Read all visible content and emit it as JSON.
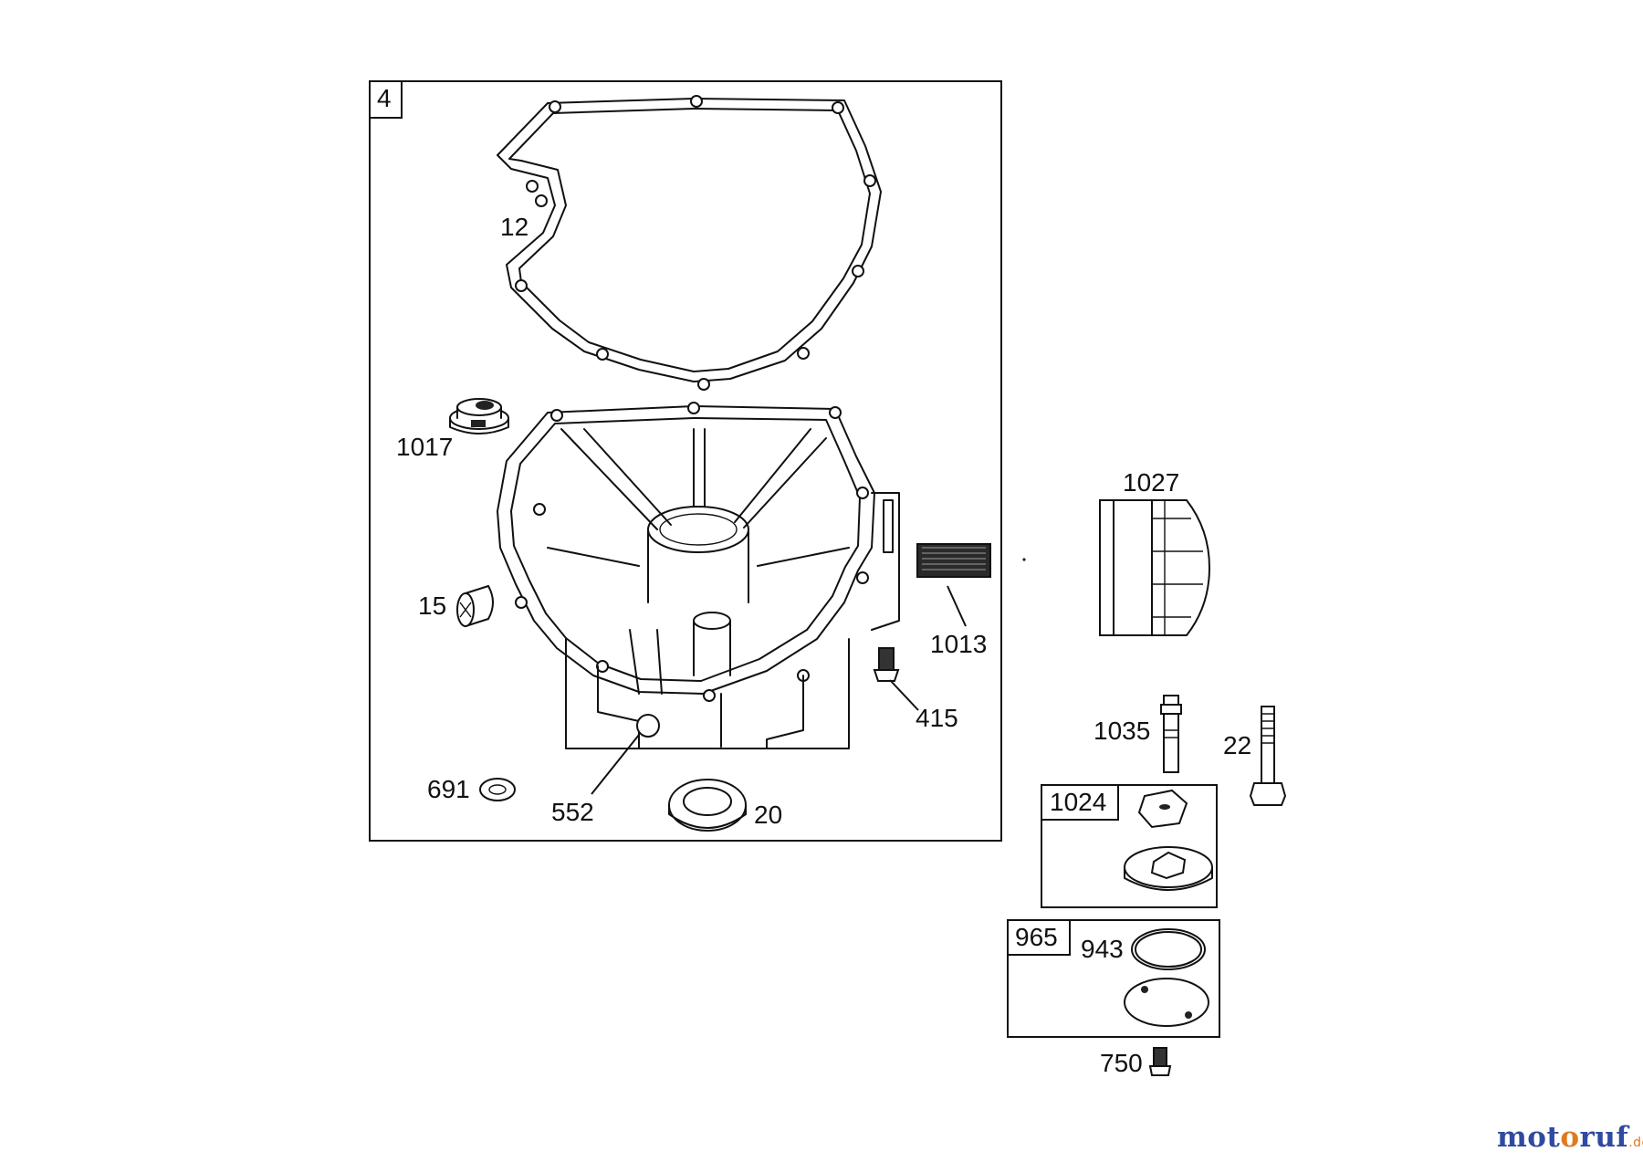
{
  "frames": {
    "main": "4",
    "pump_kit": "1024",
    "cover_kit": "965"
  },
  "callouts": {
    "p12": "12",
    "p1017": "1017",
    "p1027": "1027",
    "p15": "15",
    "p1013": "1013",
    "p415": "415",
    "p1035": "1035",
    "p22": "22",
    "p691": "691",
    "p552": "552",
    "p20": "20",
    "p943": "943",
    "p750": "750"
  },
  "watermark": {
    "part1": "mot",
    "part2": "o",
    "part3": "ruf",
    "tld": ".de"
  },
  "colors": {
    "line": "#111111",
    "watermark_blue": "#2f4aa0",
    "watermark_orange": "#e07a1f"
  }
}
